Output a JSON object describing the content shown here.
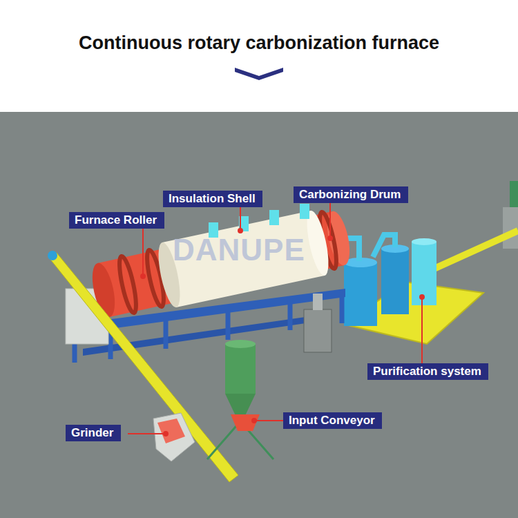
{
  "diagram": {
    "title": "Continuous rotary carbonization furnace",
    "nodes": [
      {
        "text": [
          "Furnace Roller"
        ]
      },
      {
        "text": [
          "Insulation Shell"
        ]
      },
      {
        "text": [
          "Carbonizing Drum"
        ]
      },
      {
        "text": [
          "Purification system"
        ]
      },
      {
        "text": [
          "Grinder"
        ]
      },
      {
        "text": [
          "Input Conveyor"
        ]
      }
    ],
    "labels": [
      "DANUPE"
    ]
  }
}
